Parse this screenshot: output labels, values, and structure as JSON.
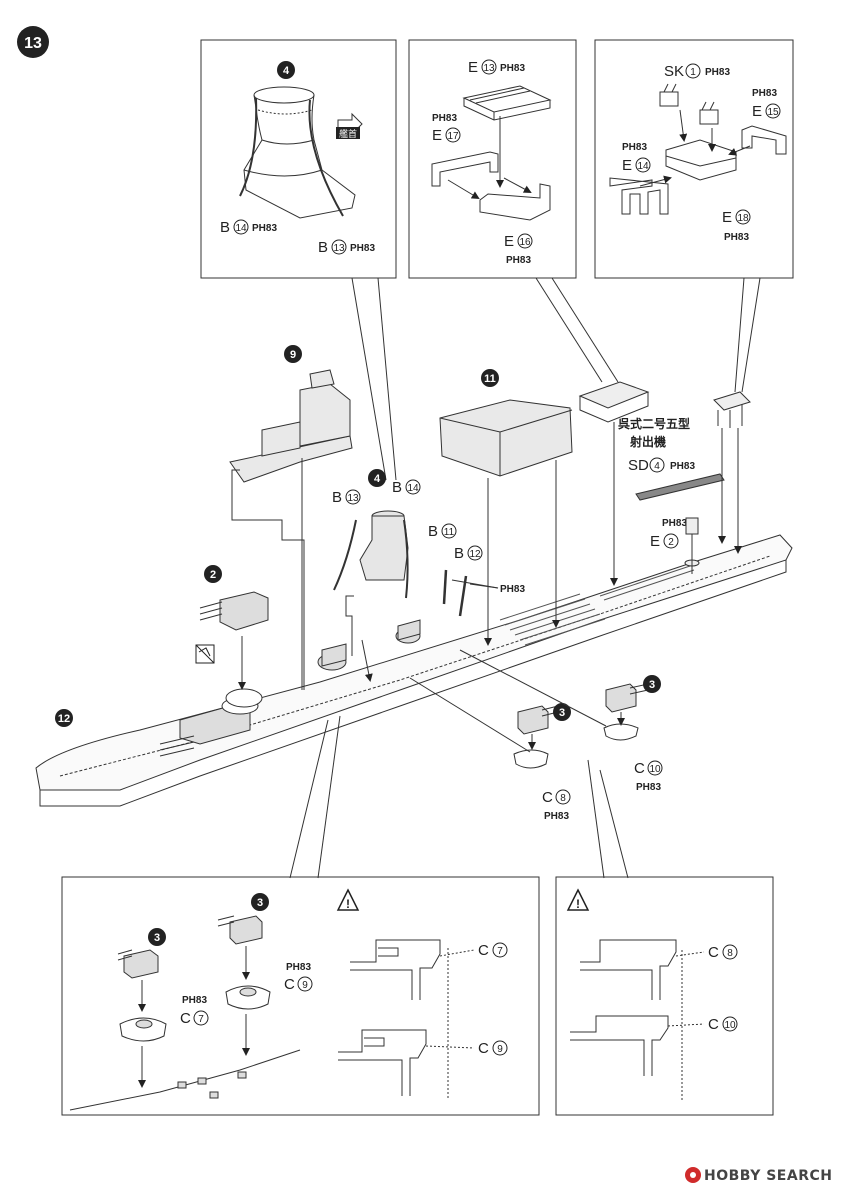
{
  "step": "13",
  "callouts": {
    "funnel": {
      "marker": "4",
      "direction_label": "艦首",
      "parts": [
        {
          "letter": "B",
          "num": "14",
          "ph": "PH83"
        },
        {
          "letter": "B",
          "num": "13",
          "ph": "PH83"
        }
      ]
    },
    "platform": {
      "parts": [
        {
          "letter": "E",
          "num": "13",
          "ph": "PH83"
        },
        {
          "letter": "E",
          "num": "17",
          "ph": "PH83"
        },
        {
          "letter": "E",
          "num": "16",
          "ph": "PH83"
        }
      ]
    },
    "director": {
      "parts": [
        {
          "letter": "SK",
          "num": "1",
          "ph": "PH83"
        },
        {
          "letter": "E",
          "num": "15",
          "ph": "PH83"
        },
        {
          "letter": "E",
          "num": "14",
          "ph": "PH83"
        },
        {
          "letter": "E",
          "num": "18",
          "ph": "PH83"
        }
      ]
    }
  },
  "main": {
    "markers": [
      "9",
      "11",
      "4",
      "2",
      "12",
      "3",
      "3"
    ],
    "catapult_title_1": "呉式二号五型",
    "catapult_title_2": "射出機",
    "parts": {
      "b13": {
        "letter": "B",
        "num": "13"
      },
      "b14": {
        "letter": "B",
        "num": "14"
      },
      "b11": {
        "letter": "B",
        "num": "11"
      },
      "b12": {
        "letter": "B",
        "num": "12",
        "ph": "PH83"
      },
      "sd4": {
        "letter": "SD",
        "num": "4",
        "ph": "PH83"
      },
      "e2": {
        "letter": "E",
        "num": "2",
        "ph": "PH83"
      },
      "c8": {
        "letter": "C",
        "num": "8",
        "ph": "PH83"
      },
      "c10": {
        "letter": "C",
        "num": "10",
        "ph": "PH83"
      }
    }
  },
  "detail_left": {
    "markers": [
      "3",
      "3"
    ],
    "parts": {
      "c7": {
        "letter": "C",
        "num": "7",
        "ph": "PH83"
      },
      "c9": {
        "letter": "C",
        "num": "9",
        "ph": "PH83"
      }
    }
  },
  "detail_right": {
    "parts": {
      "c8": {
        "letter": "C",
        "num": "8"
      },
      "c10": {
        "letter": "C",
        "num": "10"
      }
    }
  },
  "watermark": "HOBBY SEARCH"
}
